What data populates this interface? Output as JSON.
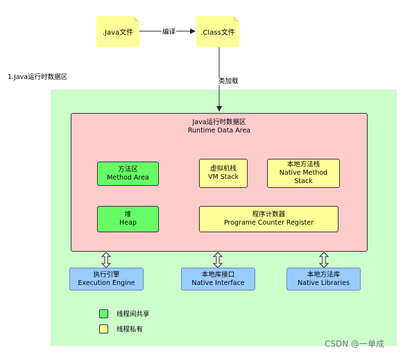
{
  "files": {
    "java_file": ".Java文件",
    "class_file": ".Class文件",
    "compile_label": "编译",
    "class_load_label": "类加载"
  },
  "section_title": "1.Java运行时数据区",
  "runtime_area": {
    "title_cn": "Java运行时数据区",
    "title_en": "Runtime Data Area"
  },
  "areas": {
    "method_area": {
      "cn": "方法区",
      "en": "Method Area",
      "color": "#66ff66"
    },
    "vm_stack": {
      "cn": "虚拟机栈",
      "en": "VM Stack",
      "color": "#ffff99"
    },
    "native_method_stack": {
      "cn": "本地方法栈",
      "en1": "Native Method",
      "en2": "Stack",
      "color": "#ffff99"
    },
    "heap": {
      "cn": "堆",
      "en": "Heap",
      "color": "#66ff66"
    },
    "pc_register": {
      "cn": "程序计数器",
      "en": "Programe Counter Register",
      "color": "#ffff99"
    }
  },
  "components": {
    "execution_engine": {
      "cn": "执行引擎",
      "en": "Execution Engine"
    },
    "native_interface": {
      "cn": "本地库接口",
      "en": "Native Interface"
    },
    "native_libraries": {
      "cn": "本地方法库",
      "en": "Native Libraries"
    }
  },
  "legend": {
    "shared": {
      "label": "线程间共享",
      "color": "#66ff66"
    },
    "private": {
      "label": "线程私有",
      "color": "#ffff99"
    }
  },
  "watermark": "CSDN @一单成"
}
